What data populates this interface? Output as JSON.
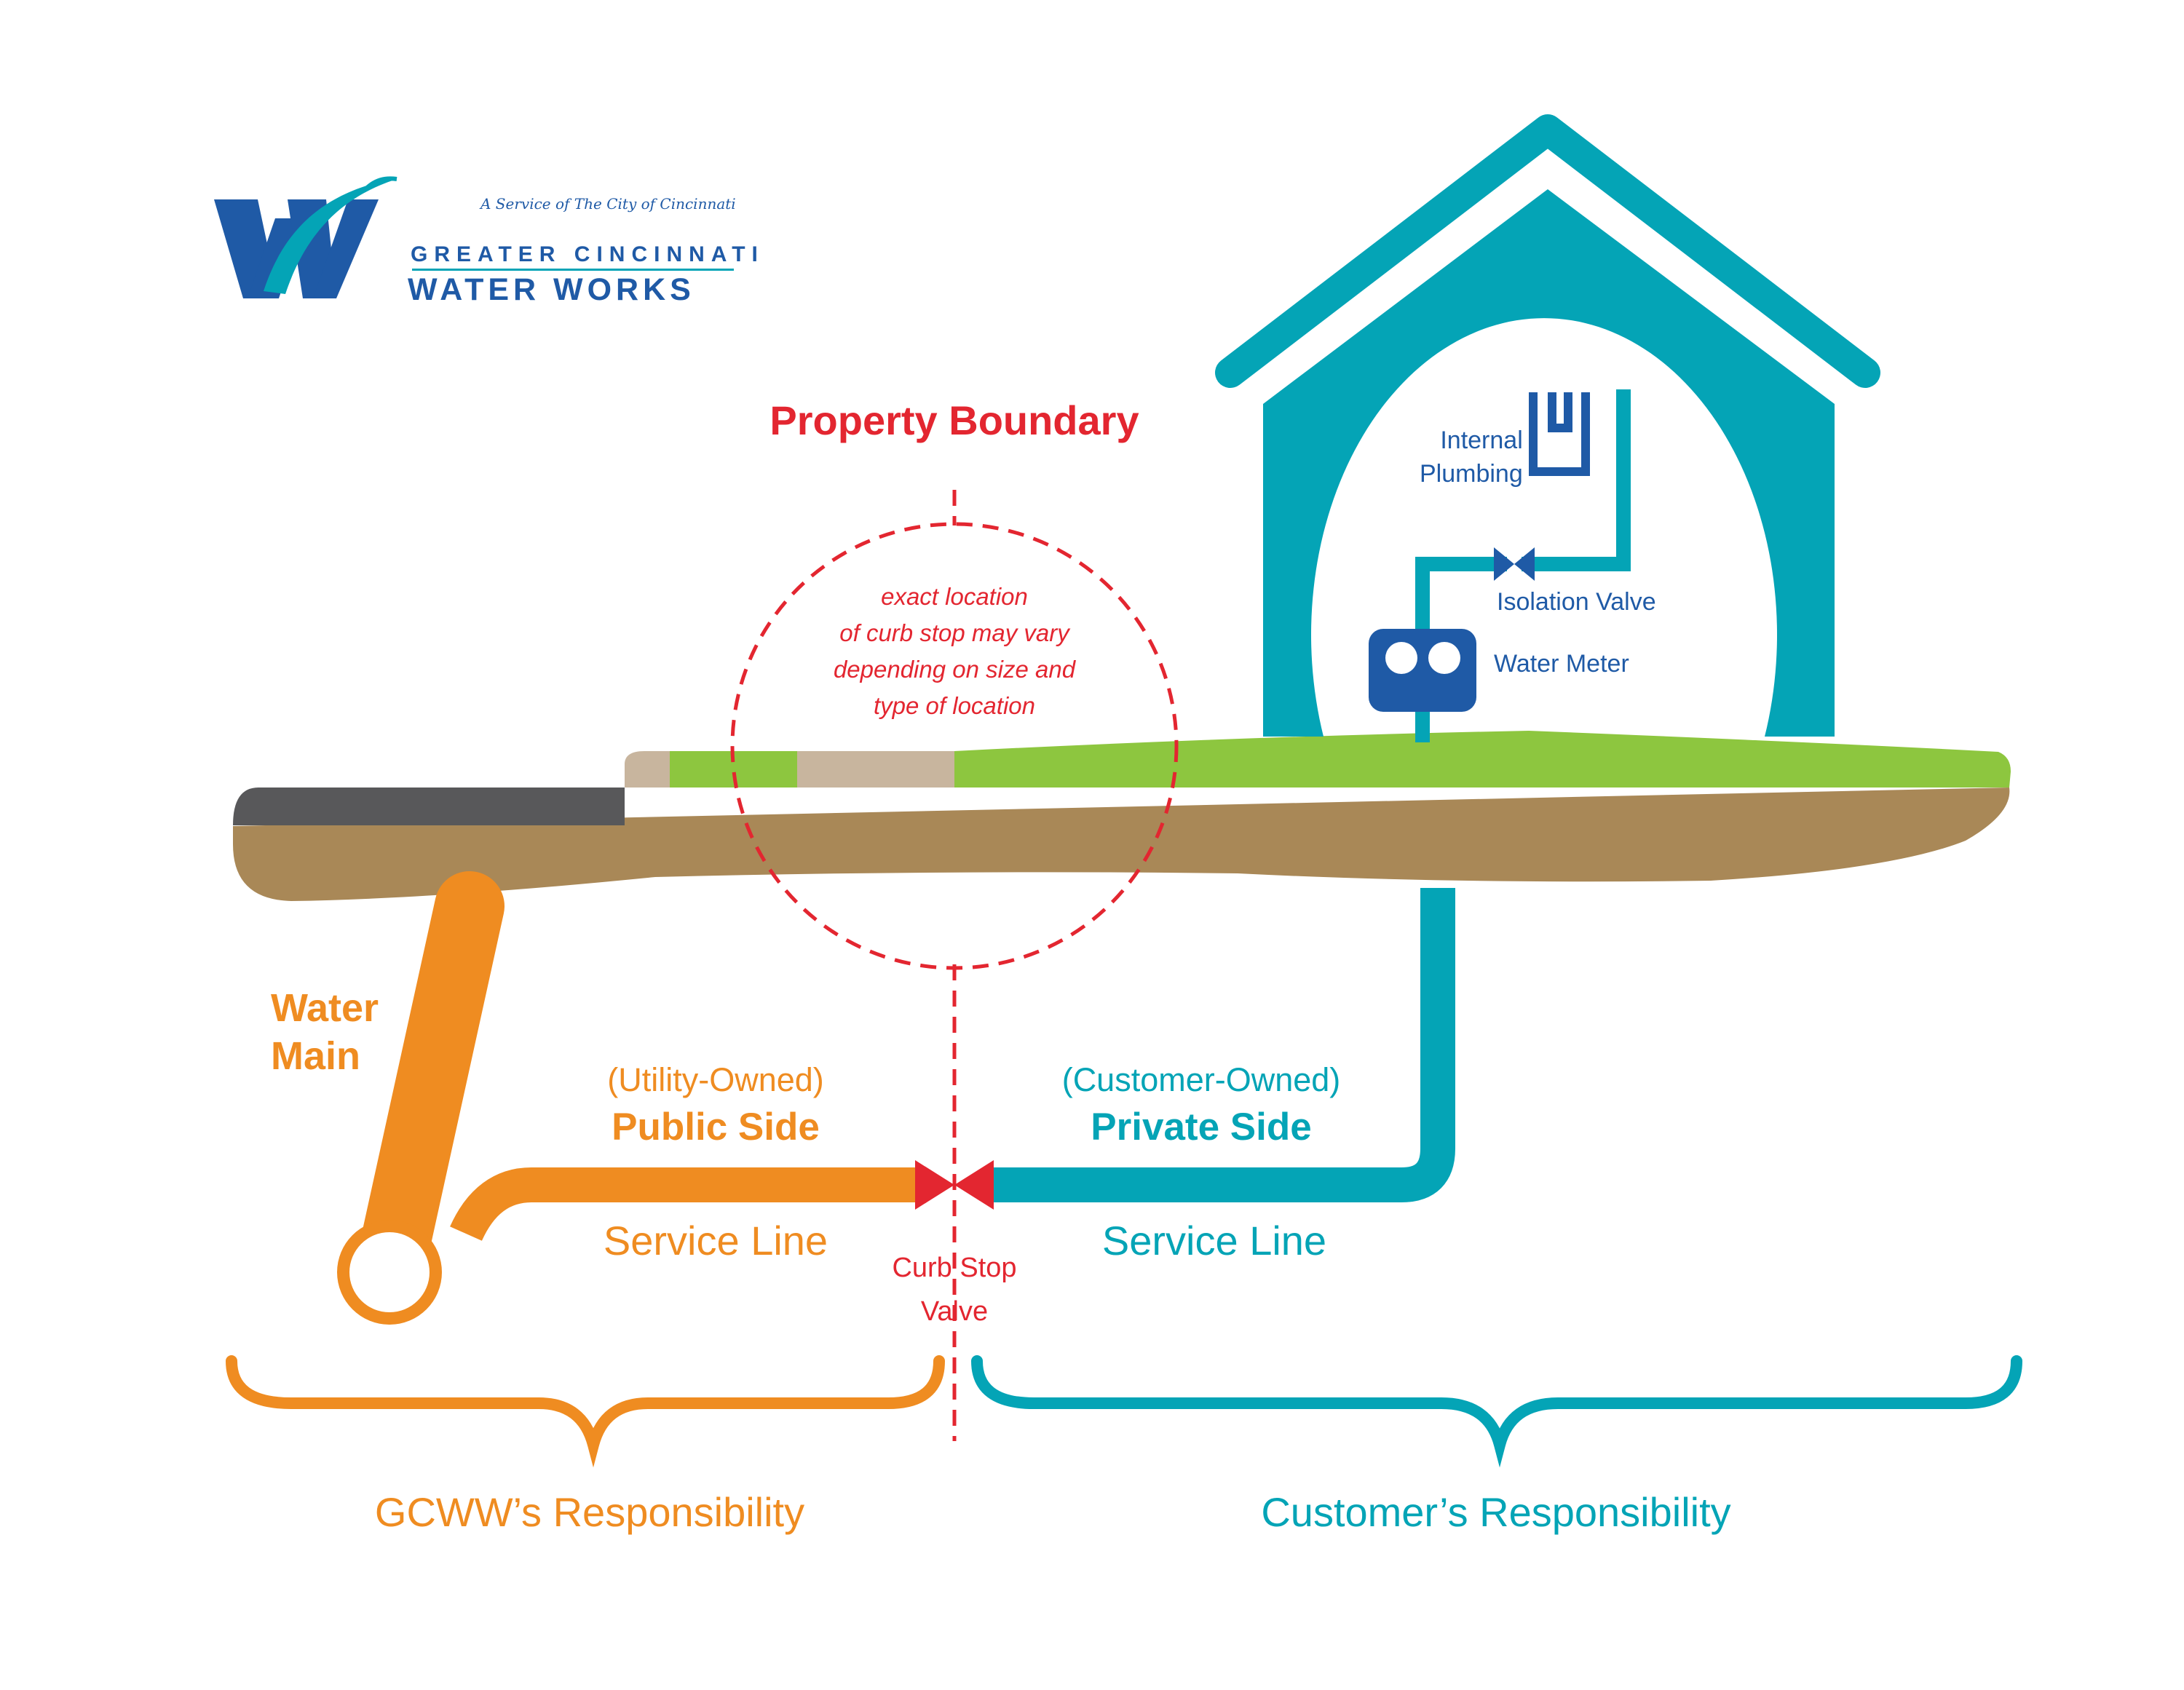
{
  "logo": {
    "tagline": "A Service of The City of Cincinnati",
    "line1": "GREATER CINCINNATI",
    "line2": "WATER WORKS",
    "mark_icon": "gcww-w-logo-icon"
  },
  "boundary": {
    "title": "Property Boundary",
    "note": [
      "exact location",
      "of curb stop may vary",
      "depending on size and",
      "type of location"
    ]
  },
  "house": {
    "internal_plumbing": [
      "Internal",
      "Plumbing"
    ],
    "isolation_valve": "Isolation Valve",
    "water_meter": "Water Meter"
  },
  "water_main": {
    "label": [
      "Water",
      "Main"
    ]
  },
  "public_side": {
    "owned": "(Utility-Owned)",
    "title": "Public Side",
    "service_line": "Service Line"
  },
  "private_side": {
    "owned": "(Customer-Owned)",
    "title": "Private Side",
    "service_line": "Service Line"
  },
  "curb_stop": {
    "label": [
      "Curb Stop",
      "Valve"
    ]
  },
  "responsibility": {
    "gcww": "GCWW’s Responsibility",
    "customer": "Customer’s Responsibility"
  },
  "colors": {
    "orange": "#ef8c21",
    "teal": "#04a4b6",
    "red": "#e32630",
    "navy": "#1f5aa6",
    "grass": "#8dc63f",
    "soil": "#a98857",
    "sidewalk": "#c8b59e",
    "asphalt": "#58585a"
  }
}
